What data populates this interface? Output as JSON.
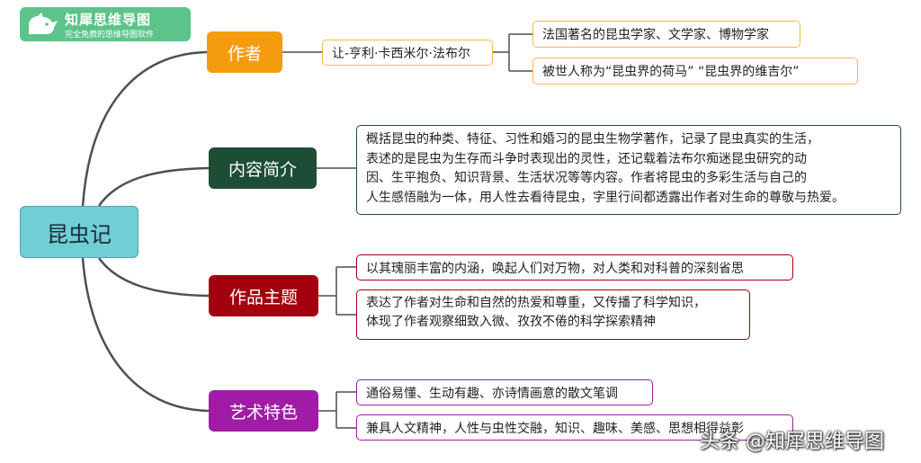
{
  "logo": {
    "brand": "知犀思维导图",
    "tagline": "完全免费的思维导图软件"
  },
  "root": "昆虫记",
  "branches": [
    {
      "label": "作者",
      "color": "#f59c0e"
    },
    {
      "label": "内容简介",
      "color": "#1e4d36"
    },
    {
      "label": "作品主题",
      "color": "#a3000f"
    },
    {
      "label": "艺术特色",
      "color": "#a11ca6"
    }
  ],
  "author": {
    "name": "让-亨利·卡西米尔·法布尔",
    "details": [
      "法国著名的昆虫学家、文学家、博物学家",
      "被世人称为“昆虫界的荷马” “昆虫界的维吉尔”"
    ]
  },
  "summary": {
    "lines": [
      "概括昆虫的种类、特征、习性和婚习的昆虫生物学著作，记录了昆虫真实的生活，",
      "表述的是昆虫为生存而斗争时表现出的灵性，还记载着法布尔痴迷昆虫研究的动",
      "因、生平抱负、知识背景、生活状况等等内容。作者将昆虫的多彩生活与自己的",
      "人生感悟融为一体，用人性去看待昆虫，字里行间都透露出作者对生命的尊敬与热爱。"
    ]
  },
  "theme": {
    "item1": "以其瑰丽丰富的内涵，唤起人们对万物，对人类和对科普的深刻省思",
    "item2": [
      "表达了作者对生命和自然的热爱和尊重，又传播了科学知识，",
      "体现了作者观察细致入微、孜孜不倦的科学探索精神"
    ]
  },
  "art": {
    "item1": "通俗易懂、生动有趣、亦诗情画意的散文笔调",
    "item2": "兼具人文精神，人性与虫性交融，知识、趣味、美感、思想相得益彰"
  },
  "watermark": "头条 @知犀思维导图"
}
